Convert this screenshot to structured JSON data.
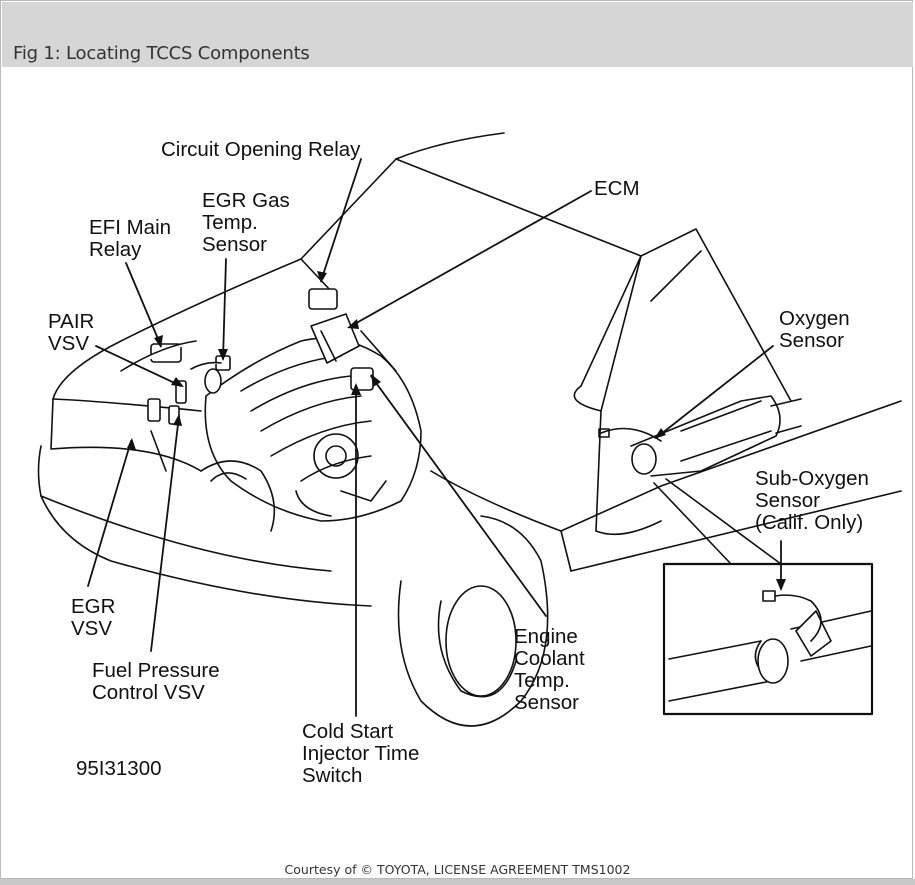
{
  "header": {
    "title": "Fig 1: Locating TCCS Components"
  },
  "labels": {
    "circuit_opening_relay": "Circuit Opening Relay",
    "egr_gas_temp_sensor": "EGR Gas\nTemp.\nSensor",
    "efi_main_relay": "EFI Main\nRelay",
    "ecm": "ECM",
    "pair_vsv": "PAIR\nVSV",
    "oxygen_sensor": "Oxygen\nSensor",
    "sub_oxygen_sensor": "Sub-Oxygen\nSensor\n(Calif. Only)",
    "egr_vsv": "EGR\nVSV",
    "fuel_pressure_control_vsv": "Fuel Pressure\nControl VSV",
    "engine_coolant_temp_sensor": "Engine\nCoolant\nTemp.\nSensor",
    "cold_start_injector_time_switch": "Cold Start\nInjector Time\nSwitch",
    "figure_code": "95I31300"
  },
  "footer": {
    "credit": "Courtesy of © TOYOTA, LICENSE AGREEMENT TMS1002"
  }
}
